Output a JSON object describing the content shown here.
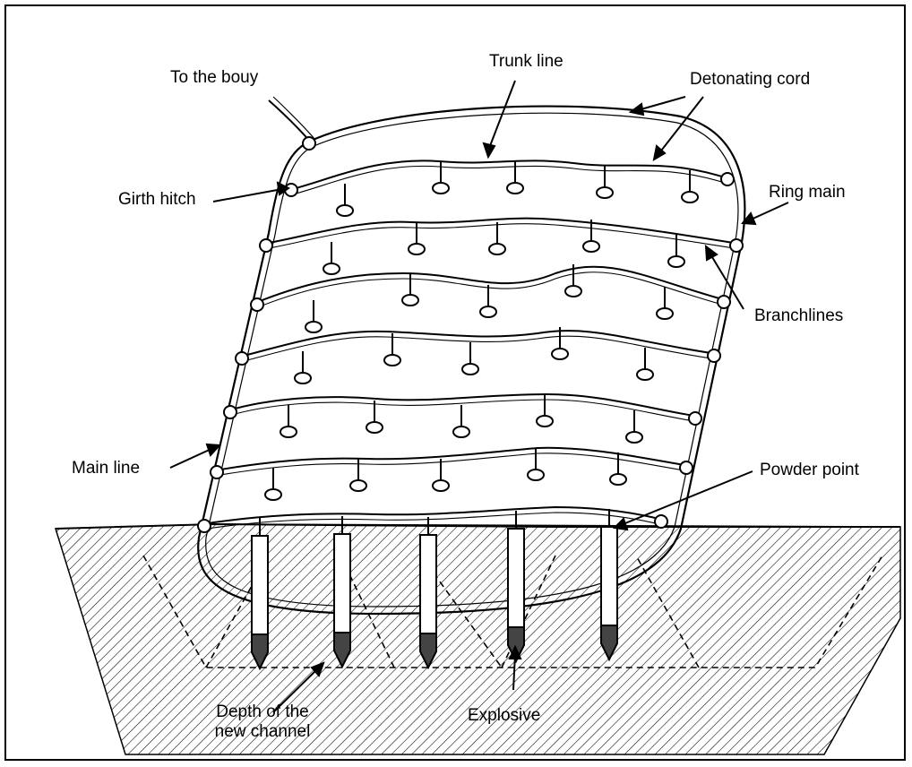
{
  "labels": {
    "to_the_bouy": "To the bouy",
    "trunk_line": "Trunk line",
    "detonating_cord": "Detonating cord",
    "girth_hitch": "Girth hitch",
    "ring_main": "Ring main",
    "branchlines": "Branchlines",
    "main_line": "Main line",
    "powder_point": "Powder point",
    "depth_line1": "Depth of the",
    "depth_line2": "new channel",
    "explosive": "Explosive"
  },
  "colors": {
    "ink": "#000000",
    "background": "#ffffff"
  }
}
